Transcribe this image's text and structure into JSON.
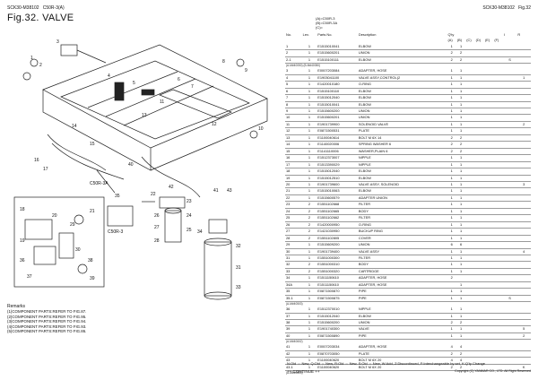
{
  "header": {
    "model_code_left": "SCK30-M38102",
    "model_title": "C50R-3(A)",
    "model_code_right": "SCK30-M38102",
    "figure_label": "Fig.32",
    "figure_title": "Fig.32.  VALVE"
  },
  "legend": {
    "line_a": "(A)=C50R-3",
    "line_b": "(B)=C50R-3A",
    "line_c": "(C)="
  },
  "table": {
    "headers": {
      "no": "No.",
      "lev": "Lev.",
      "parts_no": "Parts No.",
      "description": "Description",
      "qty": "Q'ty",
      "cols": [
        "(A)",
        "(B)",
        "(C)",
        "(D)",
        "(E)",
        "(F)"
      ],
      "i": "I",
      "r": "R"
    },
    "rows": [
      {
        "kind": "data",
        "no": "1",
        "lev": "1",
        "part": "E1515010041",
        "desc": "ELBOW",
        "a": "1",
        "b": "1",
        "i": "",
        "r": ""
      },
      {
        "kind": "data",
        "no": "2",
        "lev": "1",
        "part": "E1515600201",
        "desc": "UNION",
        "a": "2",
        "b": "2",
        "i": "",
        "r": ""
      },
      {
        "kind": "data",
        "no": "2-1",
        "lev": "1",
        "part": "E1515100111",
        "desc": "ELBOW",
        "a": "2",
        "b": "2",
        "i": "S",
        "r": ""
      },
      {
        "kind": "sn",
        "text": "(A-M#40050)          (B-M#40050)"
      },
      {
        "kind": "data",
        "no": "3",
        "lev": "1",
        "part": "E0007203084",
        "desc": "ADAPTER, HOSE",
        "a": "1",
        "b": "1",
        "i": "",
        "r": ""
      },
      {
        "kind": "data",
        "no": "4",
        "lev": "1",
        "part": "E1903041100",
        "desc": "VALVE ASSY,CONTROL(2",
        "a": "1",
        "b": "1",
        "i": "",
        "r": "1"
      },
      {
        "kind": "data",
        "no": "5",
        "lev": "1",
        "part": "E1420010180",
        "desc": "O-RING",
        "a": "1",
        "b": "1",
        "i": "",
        "r": ""
      },
      {
        "kind": "data",
        "no": "6",
        "lev": "1",
        "part": "E1515100110",
        "desc": "ELBOW",
        "a": "1",
        "b": "1",
        "i": "",
        "r": ""
      },
      {
        "kind": "data",
        "no": "7",
        "lev": "1",
        "part": "E1515012040",
        "desc": "ELBOW",
        "a": "1",
        "b": "1",
        "i": "",
        "r": ""
      },
      {
        "kind": "data",
        "no": "8",
        "lev": "1",
        "part": "E1515010041",
        "desc": "ELBOW",
        "a": "1",
        "b": "1",
        "i": "",
        "r": ""
      },
      {
        "kind": "data",
        "no": "9",
        "lev": "1",
        "part": "E1515600200",
        "desc": "UNION",
        "a": "1",
        "b": "1",
        "i": "",
        "r": ""
      },
      {
        "kind": "data",
        "no": "10",
        "lev": "1",
        "part": "E1515600201",
        "desc": "UNION",
        "a": "1",
        "b": "1",
        "i": "",
        "r": ""
      },
      {
        "kind": "data",
        "no": "11",
        "lev": "1",
        "part": "E1901739900",
        "desc": "SOLENOID VALVE",
        "a": "1",
        "b": "1",
        "i": "",
        "r": "2"
      },
      {
        "kind": "data",
        "no": "12",
        "lev": "1",
        "part": "E0871500531",
        "desc": "PLATE",
        "a": "1",
        "b": "1",
        "i": "",
        "r": ""
      },
      {
        "kind": "data",
        "no": "13",
        "lev": "1",
        "part": "E1100040614",
        "desc": "BOLT M 6X 14",
        "a": "2",
        "b": "2",
        "i": "",
        "r": ""
      },
      {
        "kind": "data",
        "no": "14",
        "lev": "1",
        "part": "E1140020006",
        "desc": "SPRING WASHER  6",
        "a": "2",
        "b": "2",
        "i": "",
        "r": ""
      },
      {
        "kind": "data",
        "no": "15",
        "lev": "1",
        "part": "E1141110006",
        "desc": "WASHER,PLAIN 6",
        "a": "2",
        "b": "2",
        "i": "",
        "r": ""
      },
      {
        "kind": "data",
        "no": "16",
        "lev": "1",
        "part": "E1512373007",
        "desc": "NIPPLE",
        "a": "1",
        "b": "1",
        "i": "",
        "r": ""
      },
      {
        "kind": "data",
        "no": "17",
        "lev": "1",
        "part": "E1513390029",
        "desc": "NIPPLE",
        "a": "1",
        "b": "1",
        "i": "",
        "r": ""
      },
      {
        "kind": "data",
        "no": "18",
        "lev": "1",
        "part": "E1515012040",
        "desc": "ELBOW",
        "a": "1",
        "b": "1",
        "i": "",
        "r": ""
      },
      {
        "kind": "data",
        "no": "19",
        "lev": "1",
        "part": "E1515012510",
        "desc": "ELBOW",
        "a": "1",
        "b": "1",
        "i": "",
        "r": ""
      },
      {
        "kind": "data",
        "no": "20",
        "lev": "1",
        "part": "E1901739600",
        "desc": "VALVE ASSY, SOLENOID",
        "a": "1",
        "b": "1",
        "i": "",
        "r": "3"
      },
      {
        "kind": "data",
        "no": "21",
        "lev": "1",
        "part": "E1515010063",
        "desc": "ELBOW",
        "a": "1",
        "b": "1",
        "i": "",
        "r": ""
      },
      {
        "kind": "data",
        "no": "22",
        "lev": "1",
        "part": "E1515600579",
        "desc": "ADAPTER UNION",
        "a": "1",
        "b": "1",
        "i": "",
        "r": ""
      },
      {
        "kind": "data",
        "no": "23",
        "lev": "2",
        "part": "E1551102668",
        "desc": "FILTER",
        "a": "1",
        "b": "1",
        "i": "",
        "r": ""
      },
      {
        "kind": "data",
        "no": "24",
        "lev": "2",
        "part": "E1551102665",
        "desc": "BODY",
        "a": "1",
        "b": "1",
        "i": "",
        "r": ""
      },
      {
        "kind": "data",
        "no": "25",
        "lev": "2",
        "part": "E1551102662",
        "desc": "FILTER",
        "a": "1",
        "b": "1",
        "i": "",
        "r": ""
      },
      {
        "kind": "data",
        "no": "26",
        "lev": "2",
        "part": "E1420000950",
        "desc": "O-RING",
        "a": "1",
        "b": "1",
        "i": "",
        "r": ""
      },
      {
        "kind": "data",
        "no": "27",
        "lev": "2",
        "part": "E1421030950",
        "desc": "BUCKUP RING",
        "a": "1",
        "b": "1",
        "i": "",
        "r": ""
      },
      {
        "kind": "data",
        "no": "28",
        "lev": "2",
        "part": "E1551102805",
        "desc": "COVER",
        "a": "1",
        "b": "1",
        "i": "",
        "r": ""
      },
      {
        "kind": "data",
        "no": "29",
        "lev": "1",
        "part": "E1515609200",
        "desc": "UNION",
        "a": "6",
        "b": "6",
        "i": "",
        "r": ""
      },
      {
        "kind": "data",
        "no": "30",
        "lev": "1",
        "part": "E1901739400",
        "desc": "VALVE ASSY",
        "a": "1",
        "b": "1",
        "i": "",
        "r": "4"
      },
      {
        "kind": "data",
        "no": "31",
        "lev": "1",
        "part": "E1551000300",
        "desc": "FILTER",
        "a": "1",
        "b": "1",
        "i": "",
        "r": ""
      },
      {
        "kind": "data",
        "no": "32",
        "lev": "2",
        "part": "E1551000310",
        "desc": "BODY",
        "a": "1",
        "b": "1",
        "i": "",
        "r": ""
      },
      {
        "kind": "data",
        "no": "33",
        "lev": "2",
        "part": "E1551000320",
        "desc": "CARTRIDGE",
        "a": "1",
        "b": "1",
        "i": "",
        "r": ""
      },
      {
        "kind": "data",
        "no": "34",
        "lev": "1",
        "part": "E1511150610",
        "desc": "ADAPTER, HOSE",
        "a": "2",
        "b": "",
        "i": "",
        "r": ""
      },
      {
        "kind": "data",
        "no": "34A",
        "lev": "1",
        "part": "E1511150610",
        "desc": "ADAPTER, HOSE",
        "a": "",
        "b": "1",
        "i": "",
        "r": ""
      },
      {
        "kind": "data",
        "no": "35",
        "lev": "1",
        "part": "E0871500870",
        "desc": "PIPE",
        "a": "1",
        "b": "1",
        "i": "",
        "r": ""
      },
      {
        "kind": "data",
        "no": "35-1",
        "lev": "1",
        "part": "E0871500875",
        "desc": "PIPE",
        "a": "1",
        "b": "1",
        "i": "S",
        "r": ""
      },
      {
        "kind": "sn",
        "text": "(A-M#40503)"
      },
      {
        "kind": "data",
        "no": "36",
        "lev": "1",
        "part": "E1512370010",
        "desc": "NIPPLE",
        "a": "1",
        "b": "1",
        "i": "",
        "r": ""
      },
      {
        "kind": "data",
        "no": "37",
        "lev": "1",
        "part": "E1515012040",
        "desc": "ELBOW",
        "a": "1",
        "b": "1",
        "i": "",
        "r": ""
      },
      {
        "kind": "data",
        "no": "38",
        "lev": "1",
        "part": "E1515600200",
        "desc": "UNION",
        "a": "2",
        "b": "2",
        "i": "",
        "r": ""
      },
      {
        "kind": "data",
        "no": "39",
        "lev": "1",
        "part": "E1901740300",
        "desc": "VALVE",
        "a": "1",
        "b": "1",
        "i": "",
        "r": "5"
      },
      {
        "kind": "data",
        "no": "40",
        "lev": "1",
        "part": "E0871500890",
        "desc": "PIPE",
        "a": "1",
        "b": "1",
        "i": "",
        "r": "2"
      },
      {
        "kind": "sn",
        "text": "(A-M#40602)"
      },
      {
        "kind": "data",
        "no": "41",
        "lev": "1",
        "part": "E0007203034",
        "desc": "ADAPTER, HOSE",
        "a": "4",
        "b": "4",
        "i": "",
        "r": ""
      },
      {
        "kind": "data",
        "no": "42",
        "lev": "1",
        "part": "E0870703050",
        "desc": "PLATE",
        "a": "2",
        "b": "2",
        "i": "",
        "r": ""
      },
      {
        "kind": "data",
        "no": "43",
        "lev": "1",
        "part": "E1100040620",
        "desc": "BOLT M 6X 20",
        "a": "4",
        "b": "4",
        "i": "",
        "r": ""
      },
      {
        "kind": "data",
        "no": "43-1",
        "lev": "1",
        "part": "E1100040620",
        "desc": "BOLT M 6X 20",
        "a": "2",
        "b": "2",
        "i": "",
        "r": "K"
      },
      {
        "kind": "sn",
        "text": "(A-M#40603)"
      }
    ]
  },
  "remarks": {
    "title": "Remarks",
    "lines": [
      "(1)COMPONENT PARTS:REFER TO FIG.87.",
      "(2)COMPONENT PARTS:REFER TO FIG.95.",
      "(3)COMPONENT PARTS:REFER TO FIG.94.",
      "(4)COMPONENT PARTS:REFER TO FIG.93.",
      "(5)COMPONENT PARTS:REFER TO FIG.86."
    ]
  },
  "diagram": {
    "inset_label": "C50R-3",
    "callout_c": "C50R-3A",
    "callouts": [
      "1",
      "2",
      "3",
      "4",
      "5",
      "6",
      "7",
      "8",
      "9",
      "10",
      "11",
      "12",
      "13",
      "14",
      "15",
      "16",
      "17",
      "18",
      "19",
      "20",
      "21",
      "22",
      "23",
      "24",
      "25",
      "26",
      "27",
      "28",
      "29",
      "30",
      "31",
      "32",
      "33",
      "34",
      "35",
      "36",
      "37",
      "38",
      "39",
      "40",
      "41",
      "42",
      "43"
    ]
  },
  "footer": {
    "legend_line": "N:Old ⇔ New, Q:Old ⇔ New, R:Old ⇔ New, S:Old ⇔ New, W:Add, Z:Discontinued, F:Interchangeable by set, K:Q'ty Change",
    "continue": "++ CONTINUE ++",
    "copyright": "Copyright (C)  YANMAR CO., LTD. All Right Reserved"
  }
}
